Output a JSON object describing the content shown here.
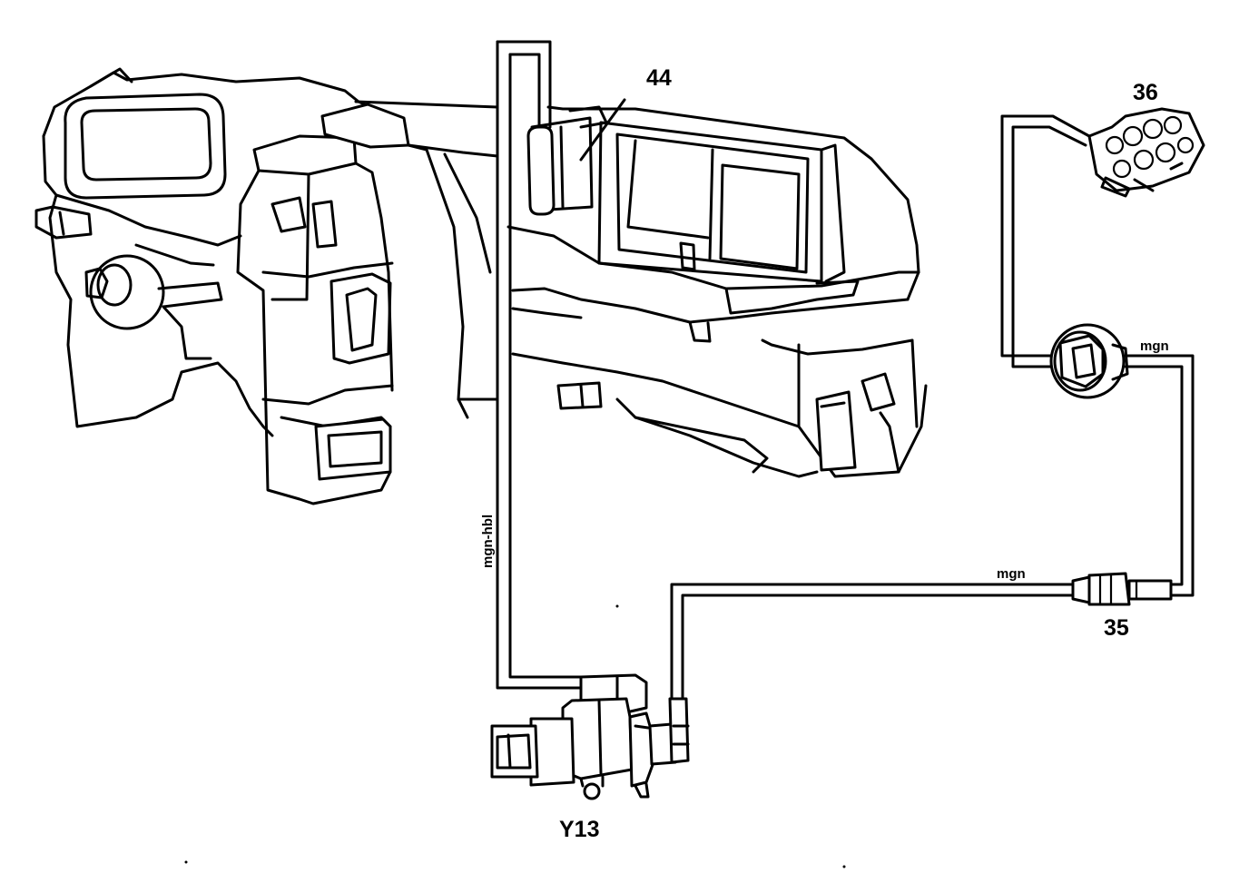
{
  "labels": {
    "part_44": "44",
    "part_36": "36",
    "part_35": "35",
    "part_y13": "Y13"
  },
  "wire_colors": {
    "vertical_line": "mgn-hbl",
    "line_to_36": "mgn",
    "line_to_35": "mgn"
  },
  "icons": {
    "heater_box": "hvac-heater-box-illustration",
    "part_36": "vacuum-actuator-cluster-icon",
    "part_35": "check-valve-icon",
    "part_y13": "solenoid-valve-icon",
    "round_valve": "vacuum-reservoir-valve-icon"
  }
}
